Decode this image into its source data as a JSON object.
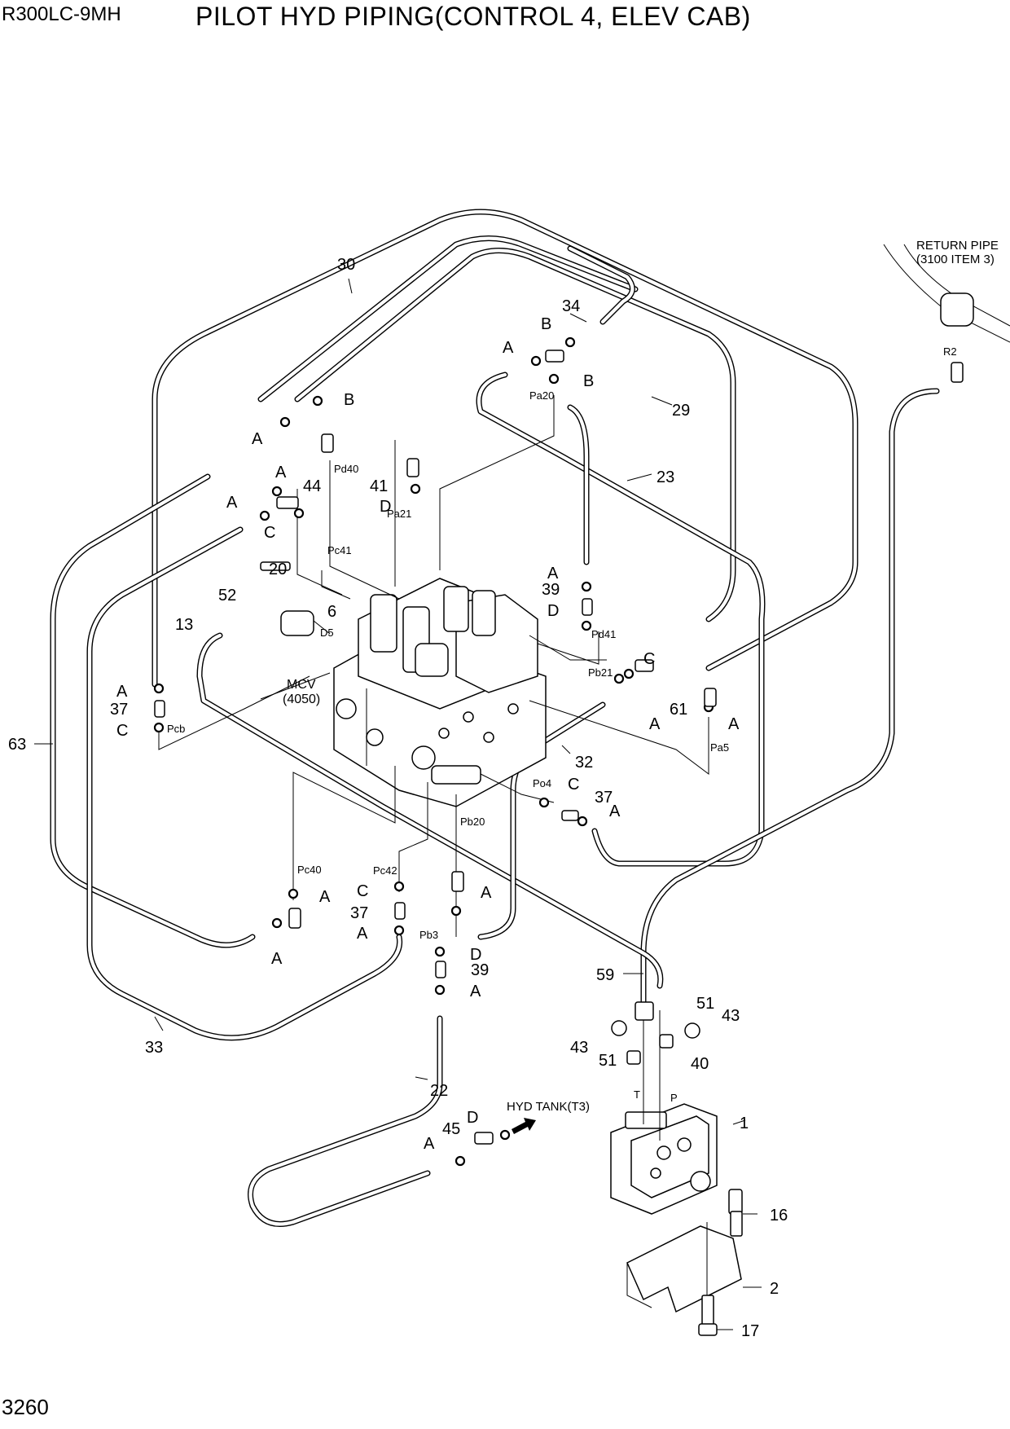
{
  "header": {
    "model": "R300LC-9MH",
    "title": "PILOT HYD PIPING(CONTROL 4, ELEV CAB)"
  },
  "footer": {
    "page_number": "3260"
  },
  "notes": {
    "return_pipe_line1": "RETURN PIPE",
    "return_pipe_line2": "(3100 ITEM 3)",
    "mcv_line1": "MCV",
    "mcv_line2": "(4050)",
    "hyd_tank": "HYD TANK(T3)"
  },
  "part_numbers": [
    "1",
    "2",
    "6",
    "13",
    "16",
    "17",
    "20",
    "22",
    "23",
    "29",
    "30",
    "32",
    "33",
    "34",
    "37",
    "39",
    "40",
    "41",
    "43",
    "44",
    "45",
    "51",
    "52",
    "59",
    "61",
    "63"
  ],
  "port_letters": [
    "A",
    "B",
    "C",
    "D",
    "T",
    "P"
  ],
  "port_codes": [
    "Pa20",
    "Pd40",
    "Pa21",
    "Pc41",
    "D5",
    "Pd41",
    "Pb21",
    "Pa5",
    "Pcb",
    "Po4",
    "Pb20",
    "Pc40",
    "Pc42",
    "Pb3",
    "R2"
  ],
  "labels": [
    {
      "id": "n30",
      "text": "30"
    },
    {
      "id": "n34",
      "text": "34"
    },
    {
      "id": "n29",
      "text": "29"
    },
    {
      "id": "n23",
      "text": "23"
    },
    {
      "id": "n44",
      "text": "44"
    },
    {
      "id": "n41",
      "text": "41"
    },
    {
      "id": "n20",
      "text": "20"
    },
    {
      "id": "n52",
      "text": "52"
    },
    {
      "id": "n6",
      "text": "6"
    },
    {
      "id": "n13",
      "text": "13"
    },
    {
      "id": "n39a",
      "text": "39"
    },
    {
      "id": "n37a",
      "text": "37"
    },
    {
      "id": "n63",
      "text": "63"
    },
    {
      "id": "n61",
      "text": "61"
    },
    {
      "id": "n32",
      "text": "32"
    },
    {
      "id": "n37b",
      "text": "37"
    },
    {
      "id": "n37c",
      "text": "37"
    },
    {
      "id": "n39b",
      "text": "39"
    },
    {
      "id": "n33",
      "text": "33"
    },
    {
      "id": "n22",
      "text": "22"
    },
    {
      "id": "n59",
      "text": "59"
    },
    {
      "id": "n51a",
      "text": "51"
    },
    {
      "id": "n43a",
      "text": "43"
    },
    {
      "id": "n43b",
      "text": "43"
    },
    {
      "id": "n51b",
      "text": "51"
    },
    {
      "id": "n40",
      "text": "40"
    },
    {
      "id": "n45",
      "text": "45"
    },
    {
      "id": "n1",
      "text": "1"
    },
    {
      "id": "n16",
      "text": "16"
    },
    {
      "id": "n2",
      "text": "2"
    },
    {
      "id": "n17",
      "text": "17"
    }
  ]
}
